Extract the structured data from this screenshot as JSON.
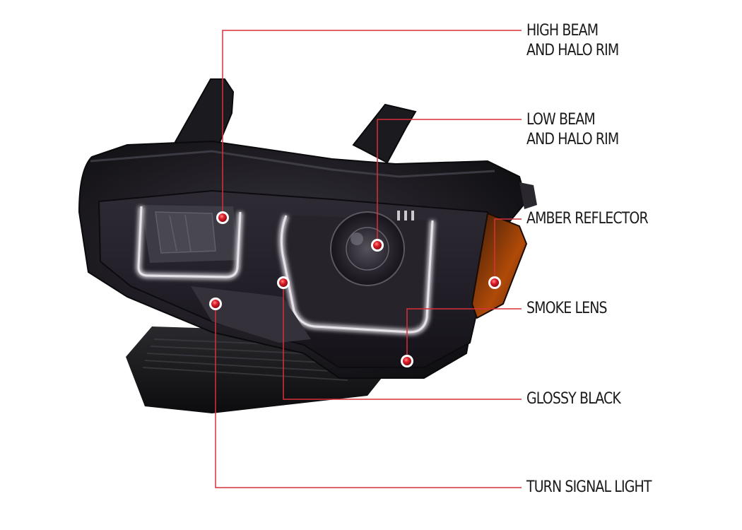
{
  "colors": {
    "leader_line": "#d9303a",
    "marker_dot": "#e01e2a",
    "housing": "#1c1a1f",
    "housing_highlight": "#3a3840",
    "smoke_lens": "#2a2630",
    "halo_glow": "#b9b4bd",
    "amber": "#b04a08",
    "label_text": "#1a1a1a"
  },
  "callouts": [
    {
      "id": "high-beam",
      "lines": [
        "HIGH BEAM",
        "AND HALO RIM"
      ]
    },
    {
      "id": "low-beam",
      "lines": [
        "LOW BEAM",
        "AND HALO RIM"
      ]
    },
    {
      "id": "amber-reflector",
      "lines": [
        "AMBER REFLECTOR"
      ]
    },
    {
      "id": "smoke-lens",
      "lines": [
        "SMOKE LENS"
      ]
    },
    {
      "id": "glossy-black",
      "lines": [
        "GLOSSY BLACK"
      ]
    },
    {
      "id": "turn-signal",
      "lines": [
        "TURN SIGNAL LIGHT"
      ]
    }
  ]
}
